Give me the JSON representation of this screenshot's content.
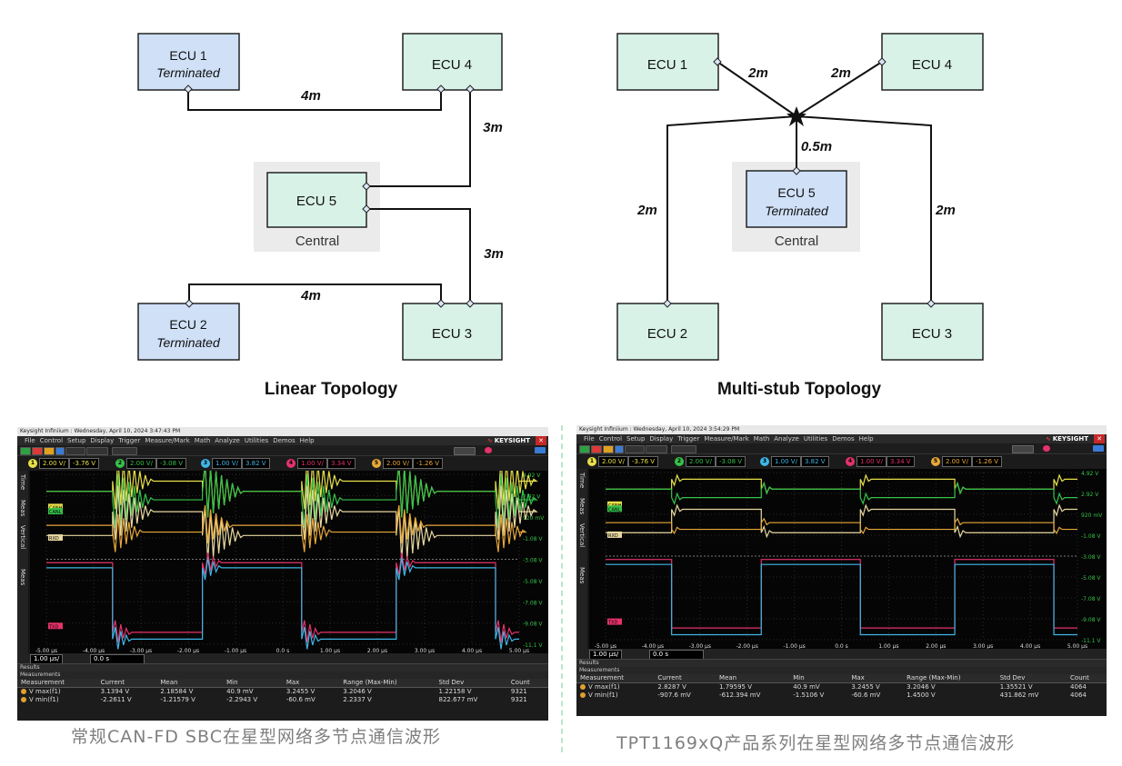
{
  "linear": {
    "title": "Linear Topology",
    "ecu1": {
      "name": "ECU 1",
      "sub": "Terminated"
    },
    "ecu2": {
      "name": "ECU 2",
      "sub": "Terminated"
    },
    "ecu3": {
      "name": "ECU 3"
    },
    "ecu4": {
      "name": "ECU 4"
    },
    "ecu5": {
      "name": "ECU 5",
      "group": "Central"
    },
    "len_top": "4m",
    "len_r1": "3m",
    "len_r2": "3m",
    "len_bottom": "4m"
  },
  "multistub": {
    "title": "Multi-stub Topology",
    "ecu1": {
      "name": "ECU 1"
    },
    "ecu2": {
      "name": "ECU 2"
    },
    "ecu3": {
      "name": "ECU 3"
    },
    "ecu4": {
      "name": "ECU 4"
    },
    "ecu5": {
      "name": "ECU 5",
      "sub": "Terminated",
      "group": "Central"
    },
    "len_ecu1": "2m",
    "len_ecu4": "2m",
    "len_ecu5": "0.5m",
    "len_ecu2": "2m",
    "len_ecu3": "2m"
  },
  "colors": {
    "ecu_terminated": "#cfe0f7",
    "ecu_normal": "#d8f2e8",
    "central_bg": "#ebebeb",
    "ch1_yellow": "#e8e04a",
    "ch2_green": "#36c24a",
    "ch3_cyan": "#3fb6e6",
    "ch4_pink": "#e5326b",
    "ch5_orange": "#e8a83a"
  },
  "scopes": [
    {
      "id": "left",
      "titlebar": "Keysight Infiniium : Wednesday, April 10, 2024 3:47:43 PM",
      "menu": [
        "File",
        "Control",
        "Setup",
        "Display",
        "Trigger",
        "Measure/Mark",
        "Math",
        "Analyze",
        "Utilities",
        "Demos",
        "Help"
      ],
      "brand": "KEYSIGHT",
      "channels": [
        {
          "num": "1",
          "scale": "2.00 V/",
          "offset": "-3.76 V"
        },
        {
          "num": "2",
          "scale": "2.00 V/",
          "offset": "-3.08 V"
        },
        {
          "num": "3",
          "scale": "1.00 V/",
          "offset": "3.82 V"
        },
        {
          "num": "4",
          "scale": "1.00 V/",
          "offset": "3.34 V"
        },
        {
          "num": "5",
          "scale": "2.00 V/",
          "offset": "-1.26 V"
        }
      ],
      "labels": {
        "can_h": "CANH",
        "can_l": "CANL",
        "rxd": "RXD",
        "txd": "TXD"
      },
      "yaxis": [
        "4.92 V",
        "2.92 V",
        "920 mV",
        "-1.08 V",
        "-3.08 V",
        "-5.08 V",
        "-7.08 V",
        "-9.08 V",
        "-11.1 V"
      ],
      "xaxis": [
        "-5.00 µs",
        "-4.00 µs",
        "-3.00 µs",
        "-2.00 µs",
        "-1.00 µs",
        "0.0 s",
        "1.00 µs",
        "2.00 µs",
        "3.00 µs",
        "4.00 µs",
        "5.00 µs"
      ],
      "sidetabs": [
        "Time",
        "Meas",
        "Vertical",
        "Meas"
      ],
      "timebase": "1.00 µs/",
      "delay": "0.0 s",
      "results_label": "Results",
      "measurements_label": "Measurements",
      "table_headers": [
        "Measurement",
        "Current",
        "Mean",
        "Min",
        "Max",
        "Range (Max-Min)",
        "Std Dev",
        "Count"
      ],
      "rows": [
        [
          "V max(f1)",
          "3.1394 V",
          "2.18584 V",
          "40.9 mV",
          "3.2455 V",
          "3.2046 V",
          "1.22158 V",
          "9321"
        ],
        [
          "V min(f1)",
          "-2.2611 V",
          "-1.21579 V",
          "-2.2943 V",
          "-60.6 mV",
          "2.2337 V",
          "822.677 mV",
          "9321"
        ]
      ],
      "caption": "常规CAN-FD SBC在星型网络多节点通信波形"
    },
    {
      "id": "right",
      "titlebar": "Keysight Infiniium : Wednesday, April 10, 2024 3:54:29 PM",
      "menu": [
        "File",
        "Control",
        "Setup",
        "Display",
        "Trigger",
        "Measure/Mark",
        "Math",
        "Analyze",
        "Utilities",
        "Demos",
        "Help"
      ],
      "brand": "KEYSIGHT",
      "channels": [
        {
          "num": "1",
          "scale": "2.00 V/",
          "offset": "-3.76 V"
        },
        {
          "num": "2",
          "scale": "2.00 V/",
          "offset": "-3.08 V"
        },
        {
          "num": "3",
          "scale": "1.00 V/",
          "offset": "3.82 V"
        },
        {
          "num": "4",
          "scale": "1.00 V/",
          "offset": "3.34 V"
        },
        {
          "num": "5",
          "scale": "2.00 V/",
          "offset": "-1.26 V"
        }
      ],
      "labels": {
        "can_h": "CANH",
        "can_l": "CANL",
        "rxd": "RXD",
        "txd": "TXD"
      },
      "yaxis": [
        "4.92 V",
        "2.92 V",
        "920 mV",
        "-1.08 V",
        "-3.08 V",
        "-5.08 V",
        "-7.08 V",
        "-9.08 V",
        "-11.1 V"
      ],
      "xaxis": [
        "-5.00 µs",
        "-4.00 µs",
        "-3.00 µs",
        "-2.00 µs",
        "-1.00 µs",
        "0.0 s",
        "1.00 µs",
        "2.00 µs",
        "3.00 µs",
        "4.00 µs",
        "5.00 µs"
      ],
      "sidetabs": [
        "Time",
        "Meas",
        "Vertical",
        "Meas"
      ],
      "timebase": "1.00 µs/",
      "delay": "0.0 s",
      "results_label": "Results",
      "measurements_label": "Measurements",
      "table_headers": [
        "Measurement",
        "Current",
        "Mean",
        "Min",
        "Max",
        "Range (Max-Min)",
        "Std Dev",
        "Count"
      ],
      "rows": [
        [
          "V max(f1)",
          "2.8287 V",
          "1.79595 V",
          "40.9 mV",
          "3.2455 V",
          "3.2046 V",
          "1.35521 V",
          "4064"
        ],
        [
          "V min(f1)",
          "-907.6 mV",
          "-612.394 mV",
          "-1.5106 V",
          "-60.6 mV",
          "1.4500 V",
          "431.862 mV",
          "4064"
        ]
      ],
      "caption": "TPT1169xQ产品系列在星型网络多节点通信波形"
    }
  ]
}
